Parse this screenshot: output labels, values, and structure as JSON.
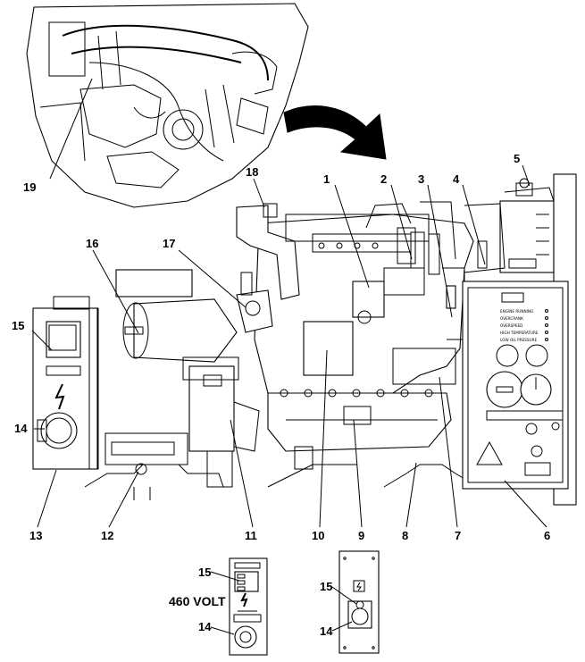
{
  "callouts": {
    "c1": "1",
    "c2": "2",
    "c3": "3",
    "c4": "4",
    "c5": "5",
    "c6": "6",
    "c7": "7",
    "c8": "8",
    "c9": "9",
    "c10": "10",
    "c11": "11",
    "c12": "12",
    "c13": "13",
    "c14": "14",
    "c15": "15",
    "c16": "16",
    "c17": "17",
    "c18": "18",
    "c19": "19",
    "c15b": "15",
    "c14b": "14",
    "c15c": "15",
    "c14c": "14"
  },
  "inset_label": "460 VOLT",
  "control_panel": {
    "indicators": [
      "ENGINE RUNNING",
      "OVERCRANK",
      "OVERSPEED",
      "HIGH TEMPERATURE",
      "LOW OIL PRESSURE"
    ]
  }
}
